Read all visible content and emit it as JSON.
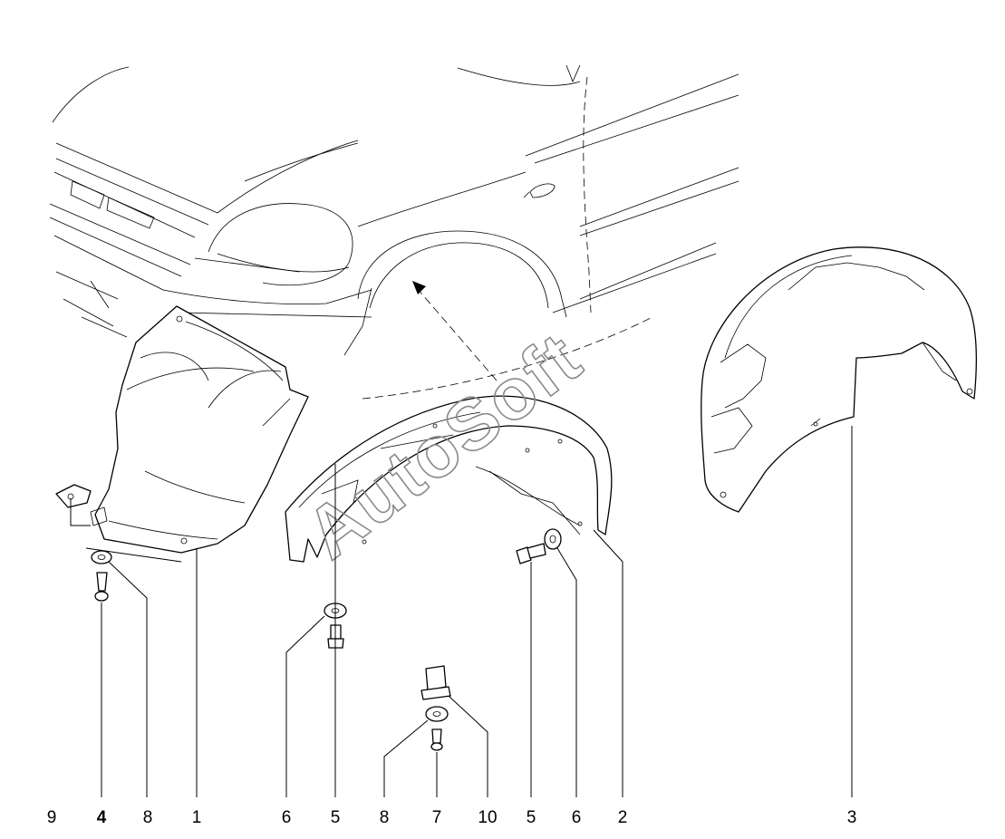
{
  "watermark": "AutoSoft",
  "callouts": [
    {
      "id": "c9",
      "label": "9",
      "bold": false
    },
    {
      "id": "c4",
      "label": "4",
      "bold": true
    },
    {
      "id": "c8a",
      "label": "8",
      "bold": false
    },
    {
      "id": "c1",
      "label": "1",
      "bold": false
    },
    {
      "id": "c6a",
      "label": "6",
      "bold": false
    },
    {
      "id": "c5a",
      "label": "5",
      "bold": false
    },
    {
      "id": "c8b",
      "label": "8",
      "bold": false
    },
    {
      "id": "c7",
      "label": "7",
      "bold": false
    },
    {
      "id": "c10",
      "label": "10",
      "bold": false
    },
    {
      "id": "c5b",
      "label": "5",
      "bold": false
    },
    {
      "id": "c6b",
      "label": "6",
      "bold": false
    },
    {
      "id": "c2",
      "label": "2",
      "bold": false
    },
    {
      "id": "c3",
      "label": "3",
      "bold": false
    }
  ]
}
